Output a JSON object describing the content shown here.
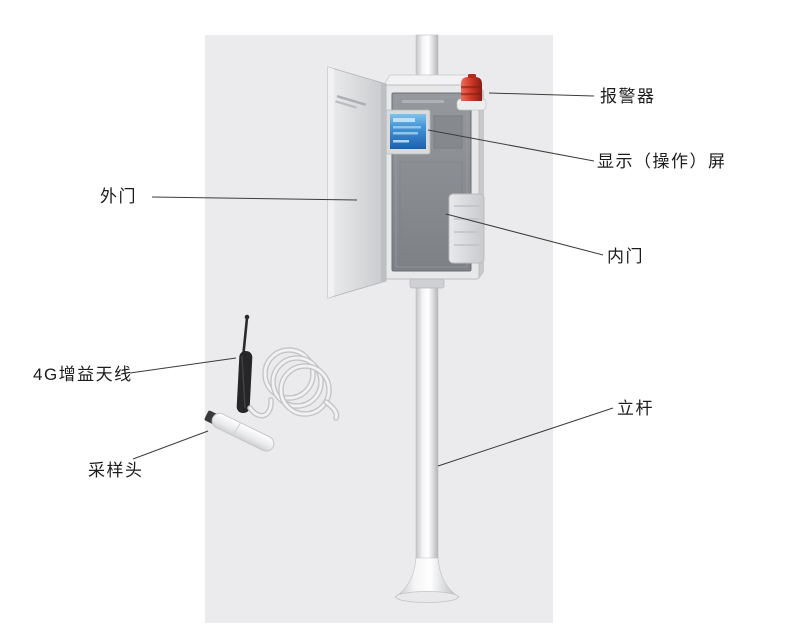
{
  "labels": {
    "alarm": "报警器",
    "display_screen": "显示（操作）屏",
    "outer_door": "外门",
    "inner_door": "内门",
    "pole": "立杆",
    "antenna_4g": "4G增益天线",
    "sampling_head": "采样头"
  },
  "colors": {
    "backdrop": "#ebebed",
    "alarm_red": "#d23a2a",
    "screen_blue": "#2f7fc4",
    "cabinet_panel_gray": "#8b8e93",
    "callout_line": "#3c3c3c",
    "label_text": "#1c1c1c"
  }
}
